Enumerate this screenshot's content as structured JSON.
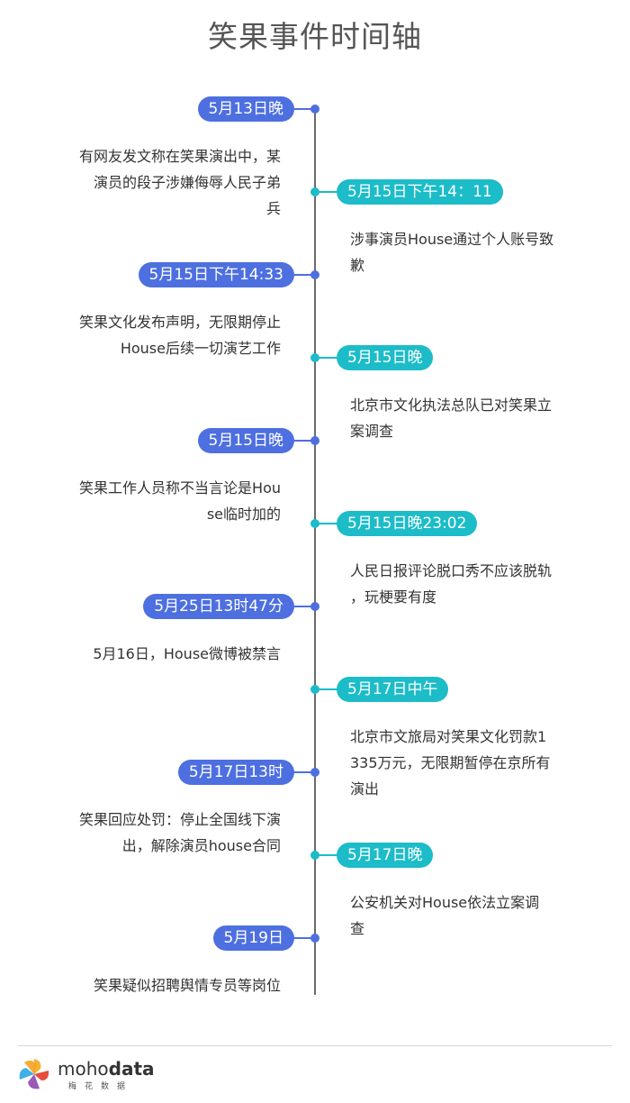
{
  "title": "笑果事件时间轴",
  "colors": {
    "blue": "#4d6fe0",
    "teal": "#1cbcc8",
    "axis": "#6b6b6b"
  },
  "events": [
    {
      "side": "left",
      "time": "5月13日晚",
      "lines": [
        "有网友发文称在笑果演出中，某",
        "演员的段子涉嫌侮辱人民子弟",
        "兵"
      ]
    },
    {
      "side": "right",
      "time": "5月15日下午14：11",
      "lines": [
        "涉事演员House通过个人账号致",
        "歉"
      ]
    },
    {
      "side": "left",
      "time": "5月15日下午14:33",
      "lines": [
        "笑果文化发布声明，无限期停止",
        "House后续一切演艺工作"
      ]
    },
    {
      "side": "right",
      "time": "5月15日晚",
      "lines": [
        "北京市文化执法总队已对笑果立",
        "案调查"
      ]
    },
    {
      "side": "left",
      "time": "5月15日晚",
      "lines": [
        "笑果工作人员称不当言论是Hou",
        "se临时加的"
      ]
    },
    {
      "side": "right",
      "time": "5月15日晚23:02",
      "lines": [
        "人民日报评论脱口秀不应该脱轨",
        "，玩梗要有度"
      ]
    },
    {
      "side": "left",
      "time": "5月25日13时47分",
      "lines": [
        "5月16日，House微博被禁言"
      ]
    },
    {
      "side": "right",
      "time": "5月17日中午",
      "lines": [
        "北京市文旅局对笑果文化罚款1",
        "335万元，无限期暂停在京所有",
        "演出"
      ]
    },
    {
      "side": "left",
      "time": "5月17日13时",
      "lines": [
        "笑果回应处罚：停止全国线下演",
        "出，解除演员house合同"
      ]
    },
    {
      "side": "right",
      "time": "5月17日晚",
      "lines": [
        "公安机关对House依法立案调",
        "查"
      ]
    },
    {
      "side": "left",
      "time": "5月19日",
      "lines": [
        "笑果疑似招聘舆情专员等岗位"
      ]
    }
  ],
  "footer": {
    "brand_light": "moho",
    "brand_bold": "data",
    "brand_sub": "梅花数据",
    "logo_icon": "pinwheel-logo-icon"
  }
}
